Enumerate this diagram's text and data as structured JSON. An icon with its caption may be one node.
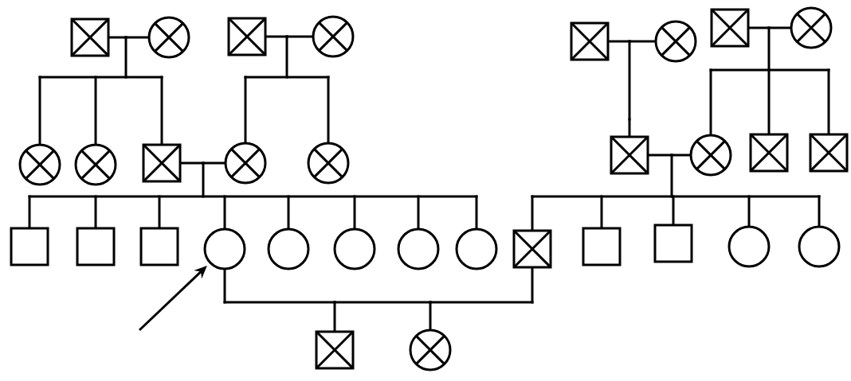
{
  "diagram": {
    "nodes": [
      {
        "text": [],
        "shape": "crossed-box"
      },
      {
        "text": [],
        "shape": "crossed-circle"
      },
      {
        "text": [],
        "shape": "crossed-box"
      },
      {
        "text": [],
        "shape": "crossed-circle"
      },
      {
        "text": [],
        "shape": "crossed-box"
      },
      {
        "text": [],
        "shape": "crossed-circle"
      },
      {
        "text": [],
        "shape": "crossed-box"
      },
      {
        "text": [],
        "shape": "crossed-circle"
      },
      {
        "text": [],
        "shape": "crossed-circle"
      },
      {
        "text": [],
        "shape": "crossed-circle"
      },
      {
        "text": [],
        "shape": "crossed-box"
      },
      {
        "text": [],
        "shape": "crossed-circle"
      },
      {
        "text": [],
        "shape": "crossed-circle"
      },
      {
        "text": [],
        "shape": "crossed-box"
      },
      {
        "text": [],
        "shape": "crossed-circle"
      },
      {
        "text": [],
        "shape": "crossed-box"
      },
      {
        "text": [],
        "shape": "crossed-box"
      },
      {
        "text": [],
        "shape": "box"
      },
      {
        "text": [],
        "shape": "box"
      },
      {
        "text": [],
        "shape": "box"
      },
      {
        "text": [],
        "shape": "circle"
      },
      {
        "text": [],
        "shape": "circle"
      },
      {
        "text": [],
        "shape": "circle"
      },
      {
        "text": [],
        "shape": "circle"
      },
      {
        "text": [],
        "shape": "circle"
      },
      {
        "text": [],
        "shape": "crossed-box"
      },
      {
        "text": [],
        "shape": "box"
      },
      {
        "text": [],
        "shape": "box"
      },
      {
        "text": [],
        "shape": "circle"
      },
      {
        "text": [],
        "shape": "circle"
      },
      {
        "text": [],
        "shape": "crossed-box"
      },
      {
        "text": [],
        "shape": "crossed-circle"
      }
    ],
    "edges": [
      {
        "from": 0,
        "to": 1,
        "arrow": "none"
      },
      {
        "from": 2,
        "to": 3,
        "arrow": "none"
      },
      {
        "from": 4,
        "to": 5,
        "arrow": "none"
      },
      {
        "from": 6,
        "to": 7,
        "arrow": "none"
      },
      {
        "from": 10,
        "to": 11,
        "arrow": "none"
      },
      {
        "from": 13,
        "to": 14,
        "arrow": "none"
      },
      {
        "from": 20,
        "to": 25,
        "arrow": "none"
      },
      {
        "from": 0,
        "to": 8,
        "arrow": "none"
      },
      {
        "from": 1,
        "to": 8,
        "arrow": "none"
      },
      {
        "from": 0,
        "to": 9,
        "arrow": "none"
      },
      {
        "from": 1,
        "to": 9,
        "arrow": "none"
      },
      {
        "from": 0,
        "to": 10,
        "arrow": "none"
      },
      {
        "from": 1,
        "to": 10,
        "arrow": "none"
      },
      {
        "from": 2,
        "to": 11,
        "arrow": "none"
      },
      {
        "from": 3,
        "to": 11,
        "arrow": "none"
      },
      {
        "from": 2,
        "to": 12,
        "arrow": "none"
      },
      {
        "from": 3,
        "to": 12,
        "arrow": "none"
      },
      {
        "from": 4,
        "to": 13,
        "arrow": "none"
      },
      {
        "from": 5,
        "to": 13,
        "arrow": "none"
      },
      {
        "from": 6,
        "to": 14,
        "arrow": "none"
      },
      {
        "from": 7,
        "to": 14,
        "arrow": "none"
      },
      {
        "from": 6,
        "to": 15,
        "arrow": "none"
      },
      {
        "from": 7,
        "to": 15,
        "arrow": "none"
      },
      {
        "from": 6,
        "to": 16,
        "arrow": "none"
      },
      {
        "from": 7,
        "to": 16,
        "arrow": "none"
      },
      {
        "from": 10,
        "to": 17,
        "arrow": "none"
      },
      {
        "from": 11,
        "to": 17,
        "arrow": "none"
      },
      {
        "from": 10,
        "to": 18,
        "arrow": "none"
      },
      {
        "from": 11,
        "to": 18,
        "arrow": "none"
      },
      {
        "from": 10,
        "to": 19,
        "arrow": "none"
      },
      {
        "from": 11,
        "to": 19,
        "arrow": "none"
      },
      {
        "from": 10,
        "to": 20,
        "arrow": "none"
      },
      {
        "from": 11,
        "to": 20,
        "arrow": "none"
      },
      {
        "from": 10,
        "to": 21,
        "arrow": "none"
      },
      {
        "from": 11,
        "to": 21,
        "arrow": "none"
      },
      {
        "from": 10,
        "to": 22,
        "arrow": "none"
      },
      {
        "from": 11,
        "to": 22,
        "arrow": "none"
      },
      {
        "from": 10,
        "to": 23,
        "arrow": "none"
      },
      {
        "from": 11,
        "to": 23,
        "arrow": "none"
      },
      {
        "from": 10,
        "to": 24,
        "arrow": "none"
      },
      {
        "from": 11,
        "to": 24,
        "arrow": "none"
      },
      {
        "from": 13,
        "to": 25,
        "arrow": "none"
      },
      {
        "from": 14,
        "to": 25,
        "arrow": "none"
      },
      {
        "from": 13,
        "to": 26,
        "arrow": "none"
      },
      {
        "from": 14,
        "to": 26,
        "arrow": "none"
      },
      {
        "from": 13,
        "to": 27,
        "arrow": "none"
      },
      {
        "from": 14,
        "to": 27,
        "arrow": "none"
      },
      {
        "from": 13,
        "to": 28,
        "arrow": "none"
      },
      {
        "from": 14,
        "to": 28,
        "arrow": "none"
      },
      {
        "from": 13,
        "to": 29,
        "arrow": "none"
      },
      {
        "from": 14,
        "to": 29,
        "arrow": "none"
      },
      {
        "from": 20,
        "to": 30,
        "arrow": "none"
      },
      {
        "from": 25,
        "to": 30,
        "arrow": "none"
      },
      {
        "from": 20,
        "to": 31,
        "arrow": "none"
      },
      {
        "from": 25,
        "to": 31,
        "arrow": "none"
      },
      {
        "from": null,
        "to": 20,
        "arrow": "to"
      }
    ]
  }
}
